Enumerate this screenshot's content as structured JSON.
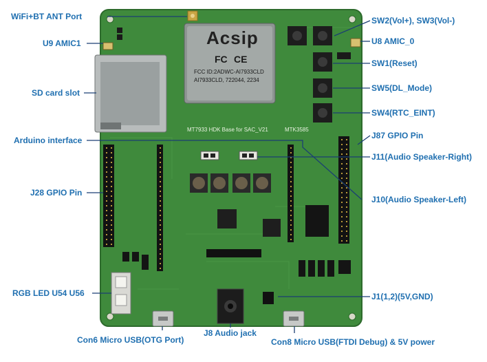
{
  "board": {
    "silkscreen_title": "MT7933 HDK Base for SAC_V21",
    "silkscreen_chip": "MTK3585",
    "module_brand": "Acsip",
    "module_fc": "FC",
    "module_ce": "CE",
    "module_line1": "FCC ID:2ADWC-AI7933CLD",
    "module_line2": "AI7933CLD, 722044, 2234"
  },
  "labels": {
    "wifi_bt_ant": "WiFi+BT ANT Port",
    "u9_amic1": "U9 AMIC1",
    "sd_card_slot": "SD card slot",
    "arduino": "Arduino interface",
    "j28": "J28 GPIO Pin",
    "rgb_led": "RGB LED U54 U56",
    "con6": "Con6 Micro USB(OTG Port)",
    "j8": "J8 Audio jack",
    "con8": "Con8 Micro USB(FTDI Debug) & 5V power",
    "sw2_sw3": "SW2(Vol+), SW3(Vol-)",
    "u8_amic0": "U8 AMIC_0",
    "sw1": "SW1(Reset)",
    "sw5": "SW5(DL_Mode)",
    "sw4": "SW4(RTC_EINT)",
    "j87": "J87 GPIO Pin",
    "j11": "J11(Audio Speaker-Right)",
    "j10": "J10(Audio Speaker-Left)",
    "j1": "J1(1,2)(5V,GND)"
  },
  "colors": {
    "label_text": "#1f6fb0",
    "callout_line": "#1b3f73",
    "pcb_green": "#3f8a3c",
    "pcb_edge": "#2d6a2c"
  }
}
